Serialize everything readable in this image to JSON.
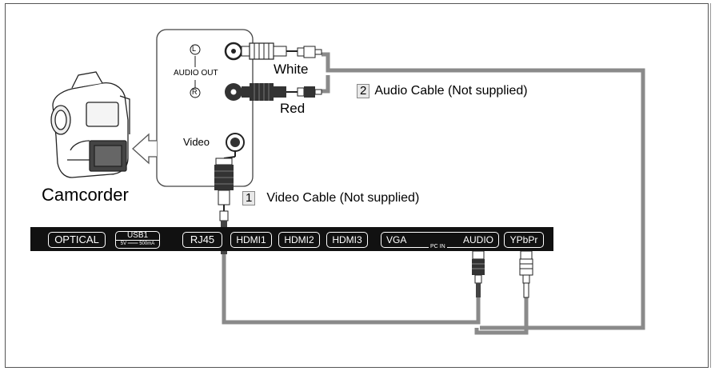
{
  "camcorder": {
    "label": "Camcorder",
    "audio_out_label": "AUDIO OUT",
    "left_mark": "L",
    "right_mark": "R",
    "video_label": "Video"
  },
  "cables": {
    "white_label": "White",
    "red_label": "Red",
    "audio_number": "2",
    "audio_text": "Audio Cable (Not supplied)",
    "video_number": "1",
    "video_text": "Video Cable (Not supplied)"
  },
  "tv_panel": {
    "optical": "OPTICAL",
    "usb": "USB1",
    "usb_rating": "5V ═══ 500mA",
    "rj45": "RJ45",
    "hdmi1": "HDMI1",
    "hdmi2": "HDMI2",
    "hdmi3": "HDMI3",
    "vga": "VGA",
    "audio": "AUDIO",
    "pc_in": "PC IN",
    "ypbpr": "YPbPr"
  },
  "colors": {
    "cable_gray": "#8a8a8a",
    "panel_black": "#111111",
    "red_plug": "#333333"
  }
}
